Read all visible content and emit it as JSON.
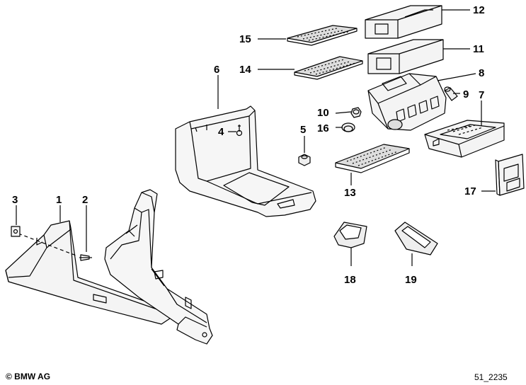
{
  "parts": {
    "p1": "1",
    "p2": "2",
    "p3": "3",
    "p4": "4",
    "p5": "5",
    "p6": "6",
    "p7": "7",
    "p8": "8",
    "p9": "9",
    "p10": "10",
    "p11": "11",
    "p12": "12",
    "p13": "13",
    "p14": "14",
    "p15": "15",
    "p16": "16",
    "p17": "17",
    "p18": "18",
    "p19": "19"
  },
  "footer": {
    "copyright": "© BMW AG",
    "diagram_id": "51_2235"
  }
}
